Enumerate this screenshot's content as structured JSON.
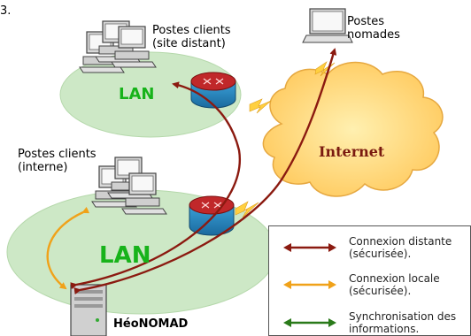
{
  "figure_marker": "3.",
  "labels": {
    "postes_clients_distant": "Postes clients\n(site distant)",
    "postes_nomades": "Postes\nnomades",
    "postes_clients_interne": "Postes clients\n(interne)",
    "lan_top": "LAN",
    "lan_bottom": "LAN",
    "internet": "Internet",
    "server": "HéoNOMAD"
  },
  "legend": [
    {
      "text": "Connexion distante\n(sécurisée).",
      "color": "#8b1a10"
    },
    {
      "text": "Connexion locale\n(sécurisée).",
      "color": "#f0a21a"
    },
    {
      "text": "Synchronisation des\ninformations.",
      "color": "#2a7a1a"
    }
  ],
  "colors": {
    "lan_fill": "#cde8c6",
    "lan_text": "#17b31a",
    "cloud_fill": "#ffd680",
    "remote_arrow": "#8b1a10",
    "local_arrow": "#f0a21a",
    "sync_arrow": "#2a7a1a"
  }
}
